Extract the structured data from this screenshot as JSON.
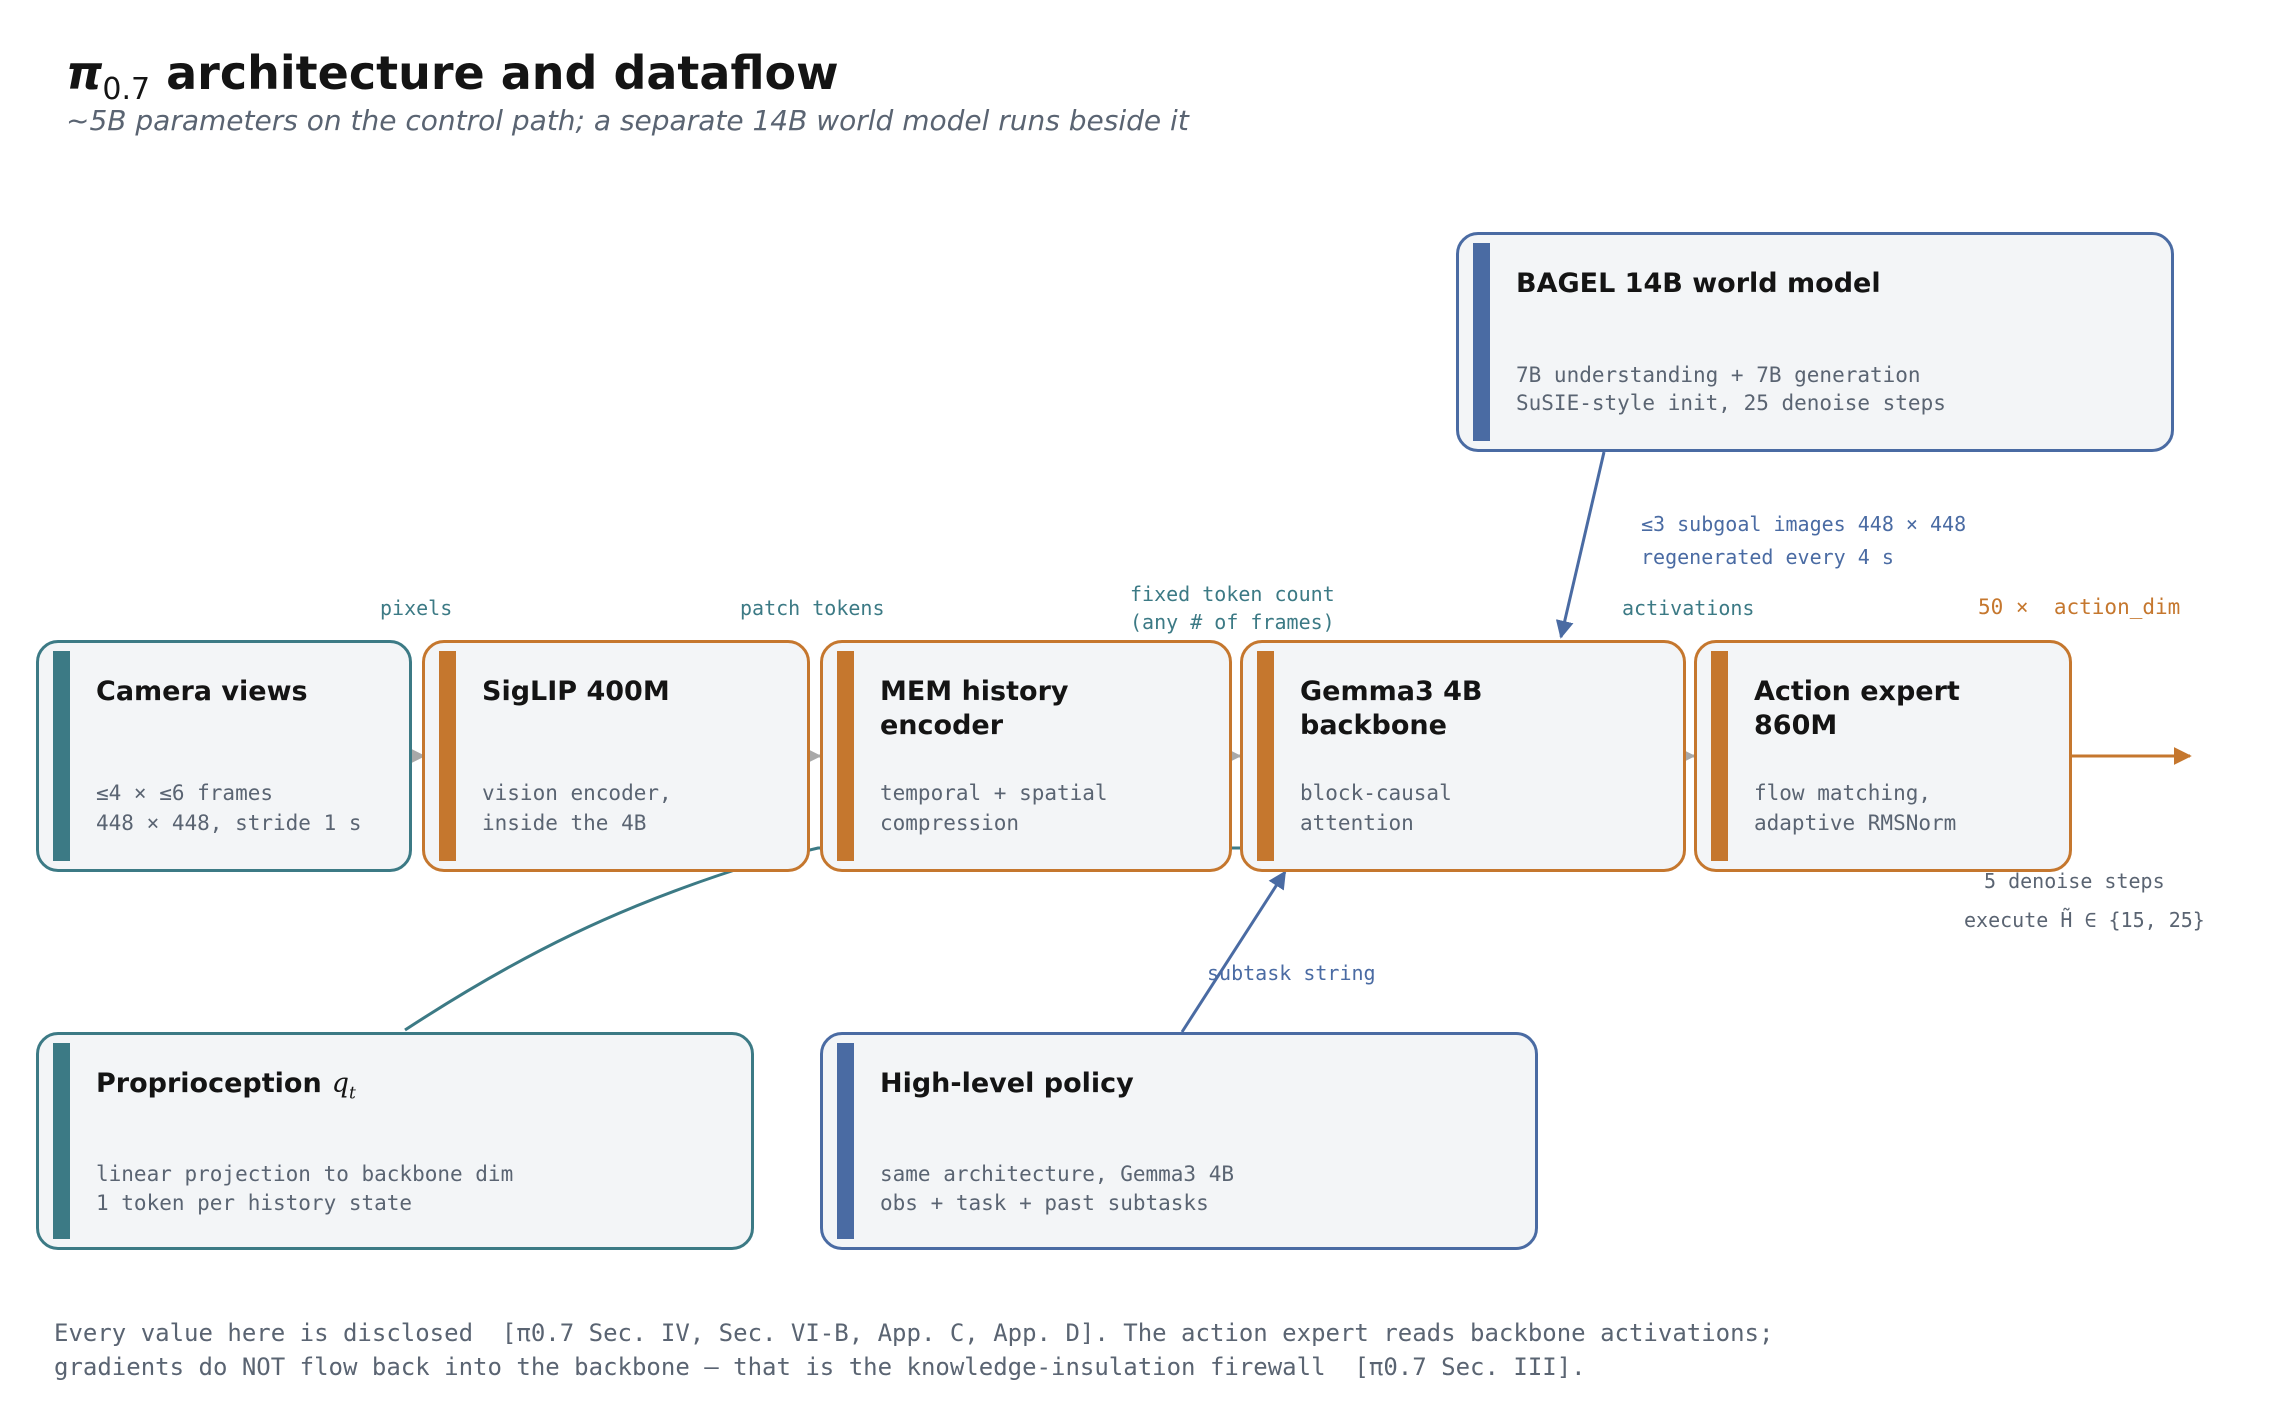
{
  "title": {
    "symbol": "π",
    "subscript": "0.7",
    "text": "architecture and dataflow"
  },
  "subtitle": "~5B parameters on the control path; a separate 14B world model runs beside it",
  "nodes": {
    "camera": {
      "title": "Camera views",
      "desc1": "≤4 × ≤6 frames",
      "desc2": "448 × 448, stride 1 s",
      "color": "#3c7a85"
    },
    "siglip": {
      "title": "SigLIP 400M",
      "desc1": "vision encoder,",
      "desc2": "inside the 4B",
      "color": "#c5772e"
    },
    "mem": {
      "title_line1": "MEM history",
      "title_line2": "encoder",
      "desc1": "temporal + spatial",
      "desc2": "compression",
      "color": "#c5772e"
    },
    "gemma": {
      "title_line1": "Gemma3 4B",
      "title_line2": "backbone",
      "desc1": "block-causal",
      "desc2": "attention",
      "color": "#c5772e"
    },
    "action": {
      "title_line1": "Action expert",
      "title_line2": "860M",
      "desc1": "flow matching,",
      "desc2": "adaptive RMSNorm",
      "color": "#c5772e"
    },
    "bagel": {
      "title": "BAGEL 14B world model",
      "desc1": "7B understanding + 7B generation",
      "desc2": "SuSIE-style init, 25 denoise steps",
      "color": "#4a6ba3"
    },
    "proprio": {
      "title": "Proprioception",
      "symbol": "q",
      "symbol_sub": "t",
      "desc1": "linear projection to backbone dim",
      "desc2": "1 token per history state",
      "color": "#3c7a85"
    },
    "highlevel": {
      "title": "High-level policy",
      "desc1": "same architecture, Gemma3 4B",
      "desc2": "obs + task + past subtasks",
      "color": "#4a6ba3"
    }
  },
  "edge_labels": {
    "pixels": "pixels",
    "patch_tokens": "patch tokens",
    "fixed_count_1": "fixed token count",
    "fixed_count_2": "(any # of frames)",
    "activations": "activations",
    "action_dim": "50 ×  action_dim",
    "subgoal_1": "≤3 subgoal images 448 × 448",
    "subgoal_2": "regenerated every 4 s",
    "denoise": "5 denoise steps",
    "execute": "execute H̃ ∈ {15, 25}",
    "subtask": "subtask string"
  },
  "footer": {
    "line1": "Every value here is disclosed  [π0.7 Sec. IV, Sec. VI-B, App. C, App. D]. The action expert reads backbone activations;",
    "line2": "gradients do NOT flow back into the backbone — that is the knowledge-insulation firewall  [π0.7 Sec. III]."
  },
  "colors": {
    "teal": "#3c7a85",
    "orange": "#c5772e",
    "blue": "#4a6ba3",
    "gray_arrow": "#a8a8a8",
    "text_gray": "#5a6472"
  }
}
